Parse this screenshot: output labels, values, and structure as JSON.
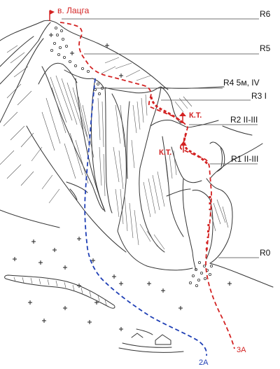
{
  "summit": {
    "label": "в. Лацга"
  },
  "pitches": [
    {
      "id": "R6",
      "label": "R6"
    },
    {
      "id": "R5",
      "label": "R5"
    },
    {
      "id": "R4",
      "label": "R4  5м, IV"
    },
    {
      "id": "R3",
      "label": "R3  I"
    },
    {
      "id": "R2",
      "label": "R2  II-III"
    },
    {
      "id": "R1",
      "label": "R1  II-III"
    },
    {
      "id": "R0",
      "label": "R0"
    }
  ],
  "checkpoints": [
    "К.Т.",
    "К.Т."
  ],
  "routes": [
    {
      "id": "3A",
      "label": "3А",
      "color": "#d32222",
      "style": "dashed"
    },
    {
      "id": "2A",
      "label": "2А",
      "color": "#1f3fb5",
      "style": "dashed"
    }
  ]
}
